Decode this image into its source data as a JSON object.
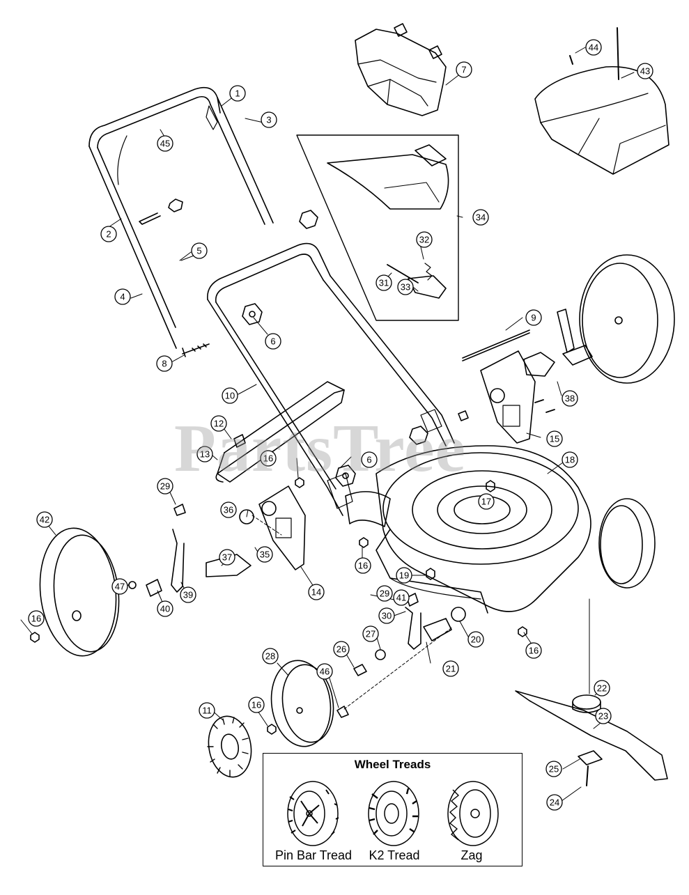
{
  "watermark": "PartsTree",
  "callouts": [
    "1",
    "2",
    "3",
    "4",
    "5",
    "6",
    "6",
    "7",
    "8",
    "9",
    "10",
    "11",
    "12",
    "13",
    "14",
    "15",
    "16",
    "16",
    "16",
    "16",
    "16",
    "17",
    "18",
    "19",
    "20",
    "21",
    "22",
    "23",
    "24",
    "25",
    "26",
    "27",
    "28",
    "29",
    "29",
    "30",
    "31",
    "32",
    "33",
    "34",
    "35",
    "36",
    "37",
    "38",
    "39",
    "40",
    "41",
    "42",
    "43",
    "44",
    "45",
    "46",
    "47"
  ],
  "wheel_treads": {
    "title": "Wheel Treads",
    "items": [
      {
        "label": "Pin Bar Tread"
      },
      {
        "label": "K2 Tread"
      },
      {
        "label": "Zag"
      }
    ]
  }
}
